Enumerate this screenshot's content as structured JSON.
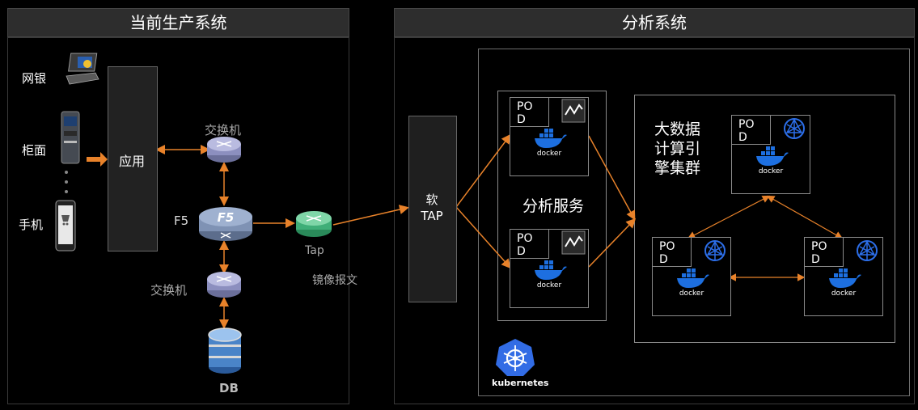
{
  "left_panel": {
    "title": "当前生产系统",
    "clients": {
      "netbank": "网银",
      "counter": "柜面",
      "mobile": "手机"
    },
    "app_label": "应用",
    "switch_top": "交换机",
    "f5": "F5",
    "f5_logo": "F5",
    "switch_bottom": "交换机",
    "db": "DB",
    "tap": "Tap",
    "mirror": "镜像报文"
  },
  "right_panel": {
    "title": "分析系统",
    "soft_tap": "软\nTAP",
    "pod_label": "PO\nD",
    "docker_label": "docker",
    "analysis_service": "分析服务",
    "bigdata_cluster": "大数据\n计算引\n擎集群",
    "kubernetes": "kubernetes"
  },
  "colors": {
    "arrow_orange": "#e8822a",
    "docker_blue": "#1d6fe0",
    "k8s_blue": "#326ce5",
    "panel_title_bg": "#2d2d2d"
  }
}
